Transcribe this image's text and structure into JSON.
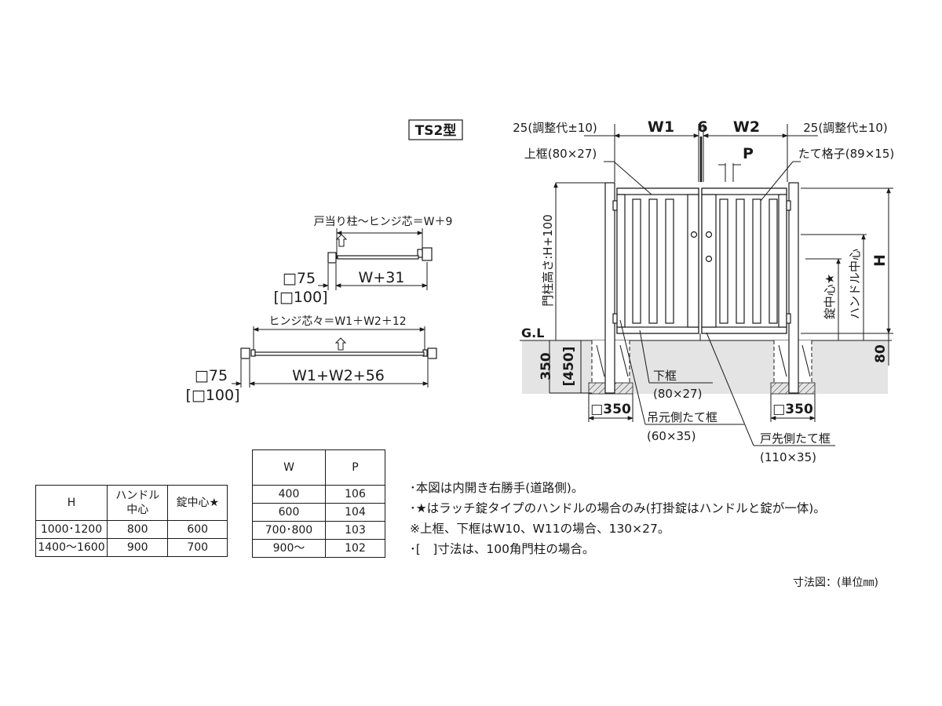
{
  "title": "TS2型",
  "labels": {
    "margin_left": "25(調整代±10)",
    "margin_right": "25(調整代±10)",
    "w1": "W1",
    "gap": "6",
    "w2": "W2",
    "p": "P",
    "upper_frame": "上框(80×27)",
    "lattice": "たて格子(89×15)",
    "post_height": "門柱高さ:H+100",
    "height": "H",
    "handle_center": "ハンドル中心",
    "lock_center": "錠中心★",
    "gl": "G.L",
    "depth": "350",
    "depth_alt": "[450]",
    "depth_right": "80",
    "lower_frame": "下框",
    "lower_frame_size": "(80×27)",
    "hinge_stile": "吊元側たて框",
    "hinge_stile_size": "(60×35)",
    "latch_stile": "戸先側たて框",
    "latch_stile_size": "(110×35)",
    "found_left": "□350",
    "found_right": "□350"
  },
  "plans": {
    "single": {
      "top_label": "戸当り柱～ヒンジ芯＝W＋9",
      "post": "□75",
      "post_alt": "[□100]",
      "width": "W+31"
    },
    "double": {
      "top_label": "ヒンジ芯々＝W1＋W2＋12",
      "post": "□75",
      "post_alt": "[□100]",
      "width": "W1+W2+56"
    }
  },
  "table_h": {
    "headers": [
      "H",
      "ハンドル\n中心",
      "錠中心★"
    ],
    "rows": [
      [
        "1000･1200",
        "800",
        "600"
      ],
      [
        "1400～1600",
        "900",
        "700"
      ]
    ]
  },
  "table_w": {
    "headers": [
      "W",
      "P"
    ],
    "rows": [
      [
        "400",
        "106"
      ],
      [
        "600",
        "104"
      ],
      [
        "700･800",
        "103"
      ],
      [
        "900～",
        "102"
      ]
    ]
  },
  "notes": [
    "･本図は内開き右勝手(道路側)。",
    "･★はラッチ錠タイプのハンドルの場合のみ(打掛錠はハンドルと錠が一体)。",
    "※上框、下框はW10、W11の場合、130×27。",
    "･[　]寸法は、100角門柱の場合。"
  ],
  "unit_note": "寸法図：(単位㎜)",
  "colors": {
    "ground": "#e4e4e4",
    "line": "#1a1a1a"
  }
}
